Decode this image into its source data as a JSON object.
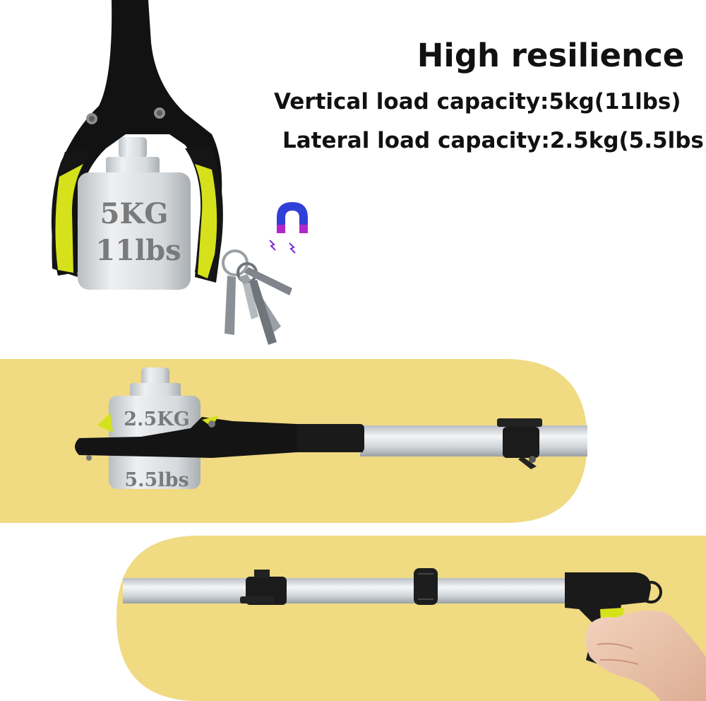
{
  "heading": "High resilience",
  "specs": {
    "vertical": "Vertical  load capacity:5kg(11lbs)",
    "lateral": "Lateral  load capacity:2.5kg(5.5lbs)"
  },
  "weights": {
    "top": {
      "kg": "5KG",
      "lbs": "11lbs"
    },
    "middle": {
      "kg": "2.5KG",
      "lbs": "5.5lbs"
    }
  },
  "colors": {
    "panel_yellow": "#f0da82",
    "grip_yellow": "#d6e21a",
    "tool_black": "#1a1a1a",
    "pole_silver": "#d9dde0"
  },
  "icons": [
    "magnet-icon",
    "keys-icon",
    "weight-icon"
  ]
}
